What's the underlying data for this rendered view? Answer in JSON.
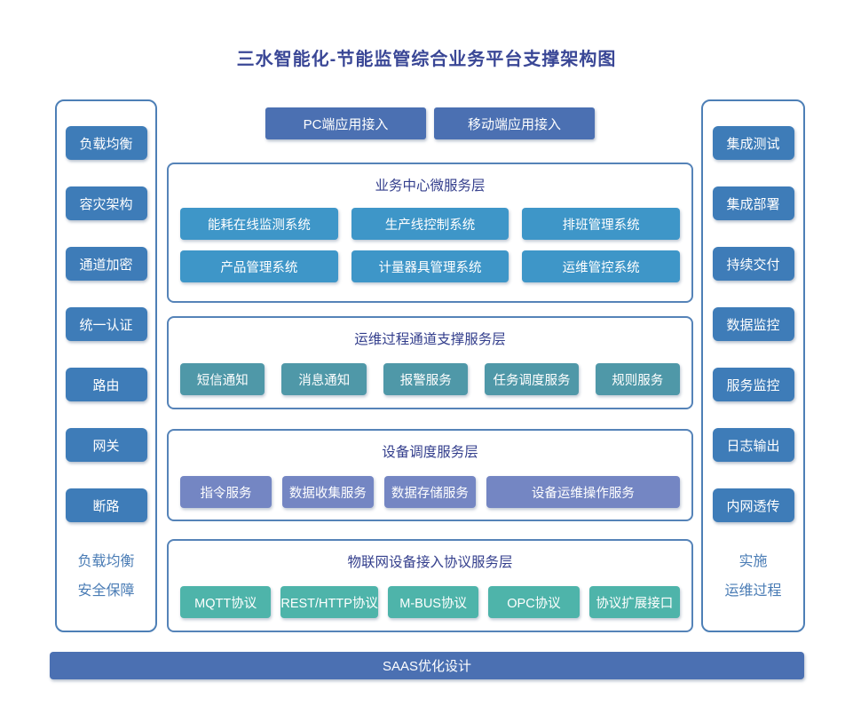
{
  "title": "三水智能化-节能监管综合业务平台支撑架构图",
  "top_buttons": [
    {
      "label": "PC端应用接入"
    },
    {
      "label": "移动端应用接入"
    }
  ],
  "left_panel": {
    "items": [
      "负载均衡",
      "容灾架构",
      "通道加密",
      "统一认证",
      "路由",
      "网关",
      "断路"
    ],
    "caption_lines": [
      "负载均衡",
      "安全保障"
    ]
  },
  "right_panel": {
    "items": [
      "集成测试",
      "集成部署",
      "持续交付",
      "数据监控",
      "服务监控",
      "日志输出",
      "内网透传"
    ],
    "caption_lines": [
      "实施",
      "运维过程"
    ]
  },
  "layers": [
    {
      "title": "业务中心微服务层",
      "box_color": "#3e96c8",
      "rows": [
        [
          "能耗在线监测系统",
          "生产线控制系统",
          "排班管理系统"
        ],
        [
          "产品管理系统",
          "计量器具管理系统",
          "运维管控系统"
        ]
      ]
    },
    {
      "title": "运维过程通道支撑服务层",
      "box_color": "#4f98a8",
      "rows": [
        [
          "短信通知",
          "消息通知",
          "报警服务",
          "任务调度服务",
          "规则服务"
        ]
      ]
    },
    {
      "title": "设备调度服务层",
      "box_color": "#7486c3",
      "rows": [
        [
          "指令服务",
          "数据收集服务",
          "数据存储服务",
          "设备运维操作服务"
        ]
      ]
    },
    {
      "title": "物联网设备接入协议服务层",
      "box_color": "#4eb4aa",
      "rows": [
        [
          "MQTT协议",
          "REST/HTTP协议",
          "M-BUS协议",
          "OPC协议",
          "协议扩展接口"
        ]
      ]
    }
  ],
  "footer": {
    "label": "SAAS优化设计"
  },
  "colors": {
    "background": "#ffffff",
    "title_text": "#3a4796",
    "layer_title_text": "#333e8c",
    "panel_border": "#4d7fb6",
    "layer_border": "#5583b8",
    "caption_text": "#4a7cb5",
    "side_box": "#3e7cb8",
    "indigo_button": "#4b70b2",
    "box_text": "#ffffff"
  }
}
